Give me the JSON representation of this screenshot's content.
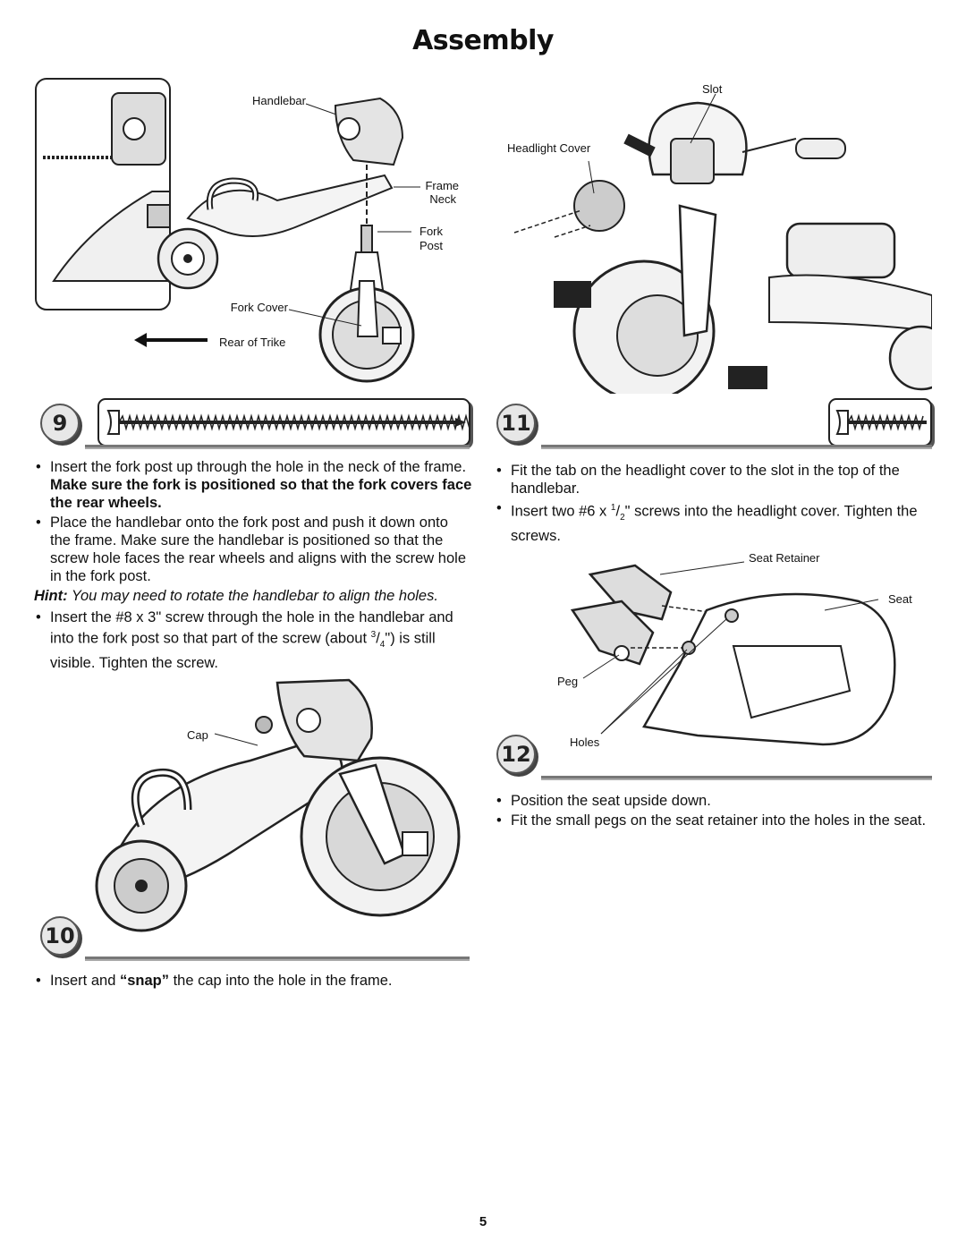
{
  "page_title": "Assembly",
  "page_number": "5",
  "step9": {
    "number": "9",
    "labels": {
      "handlebar": "Handlebar",
      "frame_neck_1": "Frame",
      "frame_neck_2": "Neck",
      "fork_post_1": "Fork",
      "fork_post_2": "Post",
      "fork_cover": "Fork Cover",
      "rear_of_trike": "Rear of Trike"
    },
    "b1_plain": "Insert the fork post up through the hole in the neck of the frame.",
    "b1_bold": "Make sure the fork is positioned so that the fork covers face the rear wheels.",
    "b2": "Place the handlebar onto the fork post and push it down onto the frame. Make sure the handlebar is positioned so that the screw hole faces the rear wheels and aligns with the screw hole in the fork post.",
    "hint_label": "Hint:",
    "hint_text": "You may need to rotate the handlebar to align the holes.",
    "b3_a": "Insert the #8 x 3\" screw through the hole in the handlebar and into the fork post so that part of the screw (about",
    "b3_num": "3",
    "b3_den": "4",
    "b3_b": "\") is still visible. Tighten the screw."
  },
  "step10": {
    "number": "10",
    "labels": {
      "cap": "Cap"
    },
    "b1_a": "Insert and",
    "b1_bold": "“snap”",
    "b1_b": "the cap into the hole in the frame."
  },
  "step11": {
    "number": "11",
    "labels": {
      "slot": "Slot",
      "headlight_cover": "Headlight Cover"
    },
    "b1": "Fit the tab on the headlight cover to the slot in the top of the handlebar.",
    "b2_a": "Insert two #6 x",
    "b2_num": "1",
    "b2_den": "2",
    "b2_b": "\" screws into the headlight cover. Tighten the screws."
  },
  "step12": {
    "number": "12",
    "labels": {
      "seat_retainer": "Seat Retainer",
      "seat": "Seat",
      "peg": "Peg",
      "holes": "Holes"
    },
    "b1": "Position the seat upside down.",
    "b2": "Fit the small pegs on the seat retainer into the holes in the seat."
  }
}
